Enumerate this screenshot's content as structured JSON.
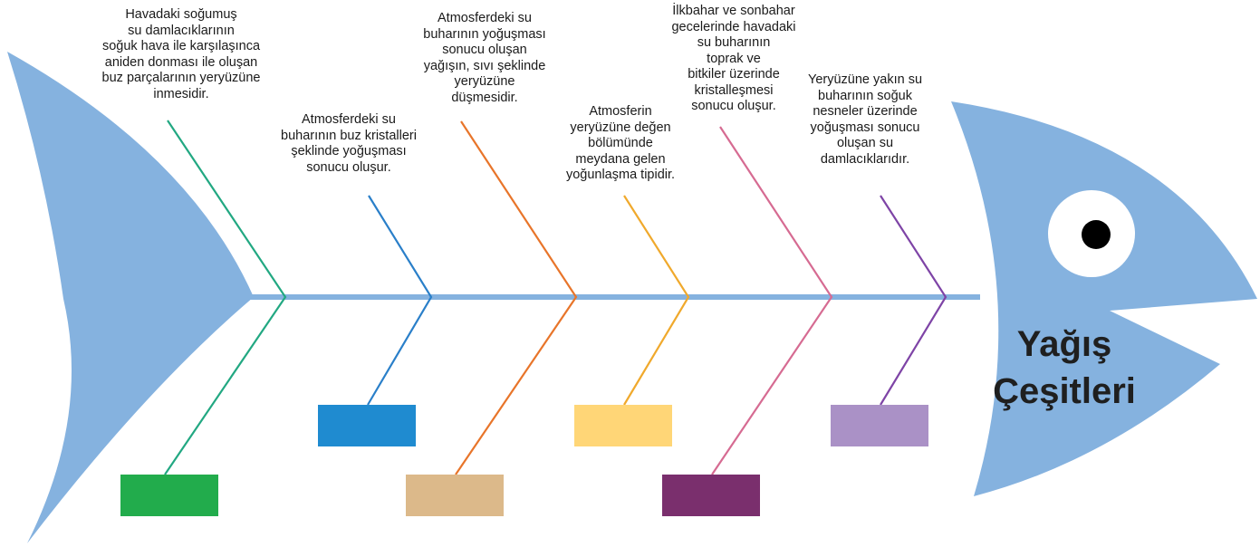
{
  "title_line1": "Yağış",
  "title_line2": "Çeşitleri",
  "colors": {
    "fish": "#85b2df",
    "eye": "#ffffff",
    "pupil": "#000000"
  },
  "branches": [
    {
      "text": "Havadaki soğumuş\nsu damlacıklarının\nsoğuk hava ile karşılaşınca\naniden donması ile oluşan\nbuz parçalarının yeryüzüne\ninmesidir.",
      "line_color": "#22a882",
      "box_color": "#22ac4c"
    },
    {
      "text": "Atmosferdeki su\nbuharının buz kristalleri\nşeklinde yoğuşması\nsonucu oluşur.",
      "line_color": "#2a7fc9",
      "box_color": "#1f8bd0"
    },
    {
      "text": "Atmosferdeki su\nbuharının yoğuşması\nsonucu oluşan\nyağışın, sıvı şeklinde\nyeryüzüne\ndüşmesidir.",
      "line_color": "#e8752a",
      "box_color": "#dcb98a"
    },
    {
      "text": "Atmosferin\nyeryüzüne değen\nbölümünde\nmeydana gelen\nyoğunlaşma tipidir.",
      "line_color": "#f0a92c",
      "box_color": "#ffd677"
    },
    {
      "text": "İlkbahar ve sonbahar\ngecelerinde havadaki\nsu buharının\ntoprak ve\nbitkiler üzerinde\nkristalleşmesi\nsonucu oluşur.",
      "line_color": "#d66b92",
      "box_color": "#7a2f6d"
    },
    {
      "text": "Yeryüzüne yakın su\nbuharının soğuk\nnesneler üzerinde\nyoğuşması sonucu\noluşan su\ndamlacıklarıdır.",
      "line_color": "#7e44a6",
      "box_color": "#aa91c6"
    }
  ]
}
